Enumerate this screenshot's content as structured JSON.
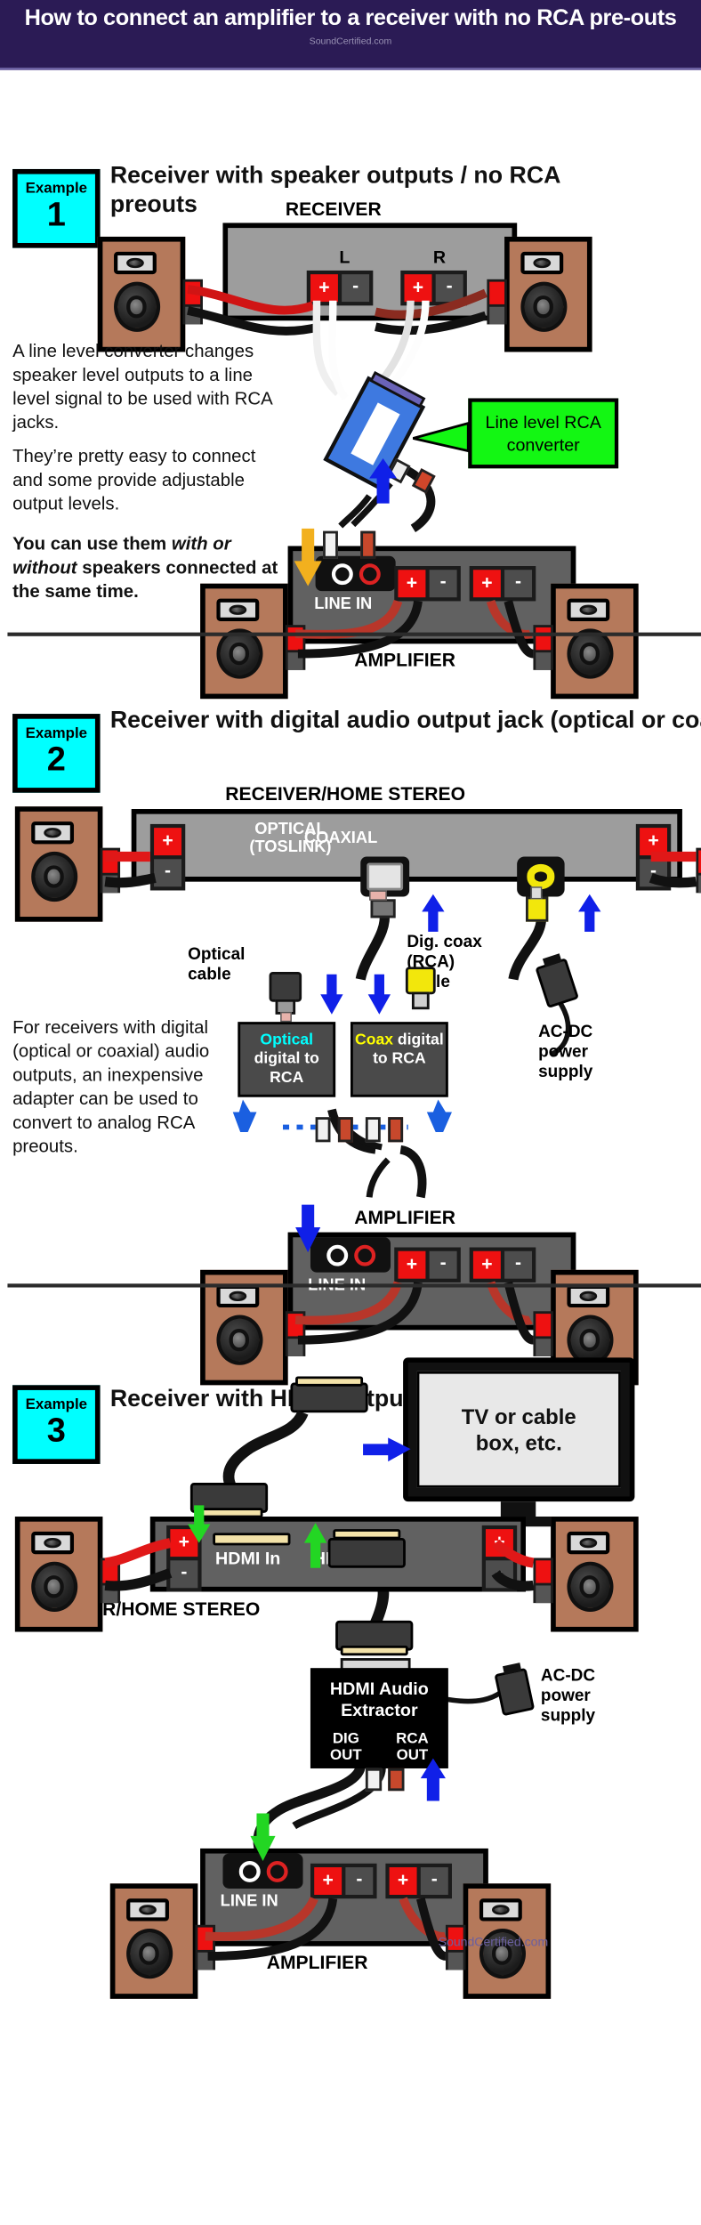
{
  "header": {
    "title": "How to connect an amplifier to a receiver with no RCA pre-outs",
    "site": "SoundCertified.com",
    "bg_color": "#2b1b55"
  },
  "footer": {
    "site": "SoundCertified.com"
  },
  "examples": [
    {
      "badge_word": "Example",
      "badge_number": "1",
      "title": "Receiver with speaker outputs / no RCA preouts",
      "device_label": "RECEIVER",
      "terminal_left_label": "L",
      "terminal_right_label": "R",
      "plus": "+",
      "minus": "-",
      "callout": "Line level RCA converter",
      "amp_label": "AMPLIFIER",
      "line_in_label": "LINE IN",
      "paragraphs": [
        "A line level converter changes speaker level outputs to a line level signal to be used with RCA jacks.",
        "They’re pretty easy to connect and some provide adjustable output levels."
      ],
      "bold_paragraph_pre": "You can use them ",
      "bold_paragraph_italic": "with or without",
      "bold_paragraph_post": " speakers connected at the same time."
    },
    {
      "badge_word": "Example",
      "badge_number": "2",
      "title": "Receiver with digital audio output jack (optical or coax type)",
      "device_label": "RECEIVER/HOME STEREO",
      "optical_label_line1": "OPTICAL",
      "optical_label_line2": "(TOSLINK)",
      "coaxial_label": "COAXIAL",
      "optical_cable_label_line1": "Optical",
      "optical_cable_label_line2": "cable",
      "coax_cable_label_line1": "Dig. coax",
      "coax_cable_label_line2": "(RCA)",
      "coax_cable_label_line3": "cable",
      "converter_optical_line1": "Optical",
      "converter_optical_line2": "digital to",
      "converter_optical_line3": "RCA",
      "converter_coax_line1": "Coax",
      "converter_coax_line1b": " digital",
      "converter_coax_line2": "to RCA",
      "psu_label_line1": "AC-DC",
      "psu_label_line2": "power",
      "psu_label_line3": "supply",
      "amp_label": "AMPLIFIER",
      "line_in_label": "LINE IN",
      "paragraph": "For receivers with digital (optical or coaxial) audio outputs, an inexpensive adapter can be used to convert to analog RCA preouts."
    },
    {
      "badge_word": "Example",
      "badge_number": "3",
      "title": "Receiver with HDMI output",
      "tv_label_line1": "TV or cable",
      "tv_label_line2": "box, etc.",
      "hdmi_in_label": "HDMI In",
      "hdmi_out_label": "HDMI Out",
      "device_label": "RECEIVER/HOME STEREO",
      "extractor_line1": "HDMI Audio",
      "extractor_line2": "Extractor",
      "extractor_dig_line1": "DIG",
      "extractor_dig_line2": "OUT",
      "extractor_rca_line1": "RCA",
      "extractor_rca_line2": "OUT",
      "psu_label_line1": "AC-DC",
      "psu_label_line2": "power",
      "psu_label_line3": "supply",
      "amp_label": "AMPLIFIER",
      "line_in_label": "LINE IN"
    }
  ],
  "colors": {
    "badge_cyan": "#00ffff",
    "callout_green": "#13f713",
    "header_purple": "#2b1b55",
    "positive_red": "#ee1111",
    "negative_gray": "#4d4d4d",
    "arrow_blue": "#1020e8",
    "arrow_green": "#23d623",
    "arrow_yellow": "#f2b01e",
    "coax_yellow": "#f2e70c"
  }
}
